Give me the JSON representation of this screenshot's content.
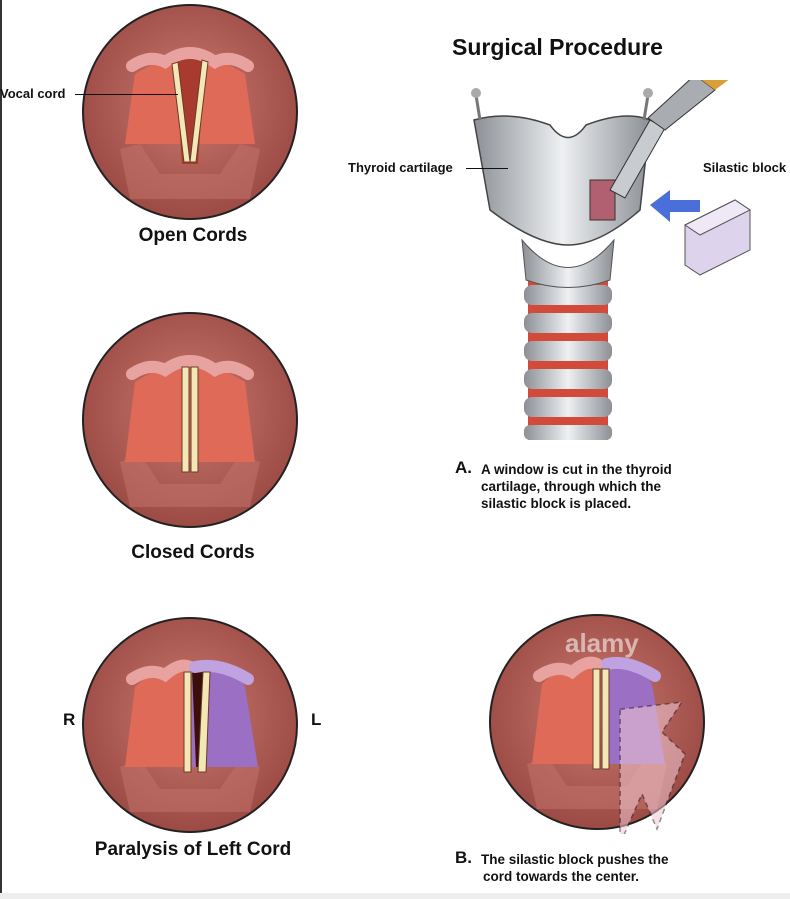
{
  "title": "Surgical Procedure",
  "panels": {
    "open": {
      "caption": "Open Cords",
      "callout": "Vocal cord"
    },
    "closed": {
      "caption": "Closed Cords"
    },
    "paralysis": {
      "caption": "Paralysis of Left Cord",
      "right_marker": "R",
      "left_marker": "L"
    }
  },
  "procedure": {
    "thyroid_label": "Thyroid cartilage",
    "silastic_label": "Silastic block",
    "step_a": {
      "letter": "A.",
      "line1": "A window is cut in the thyroid",
      "line2": "cartilage, through which the",
      "line3": "silastic block is placed."
    },
    "step_b": {
      "letter": "B.",
      "line1": "The silastic block pushes the",
      "line2": "cord towards the center."
    }
  },
  "watermark": "alamy",
  "colors": {
    "tissue": "#b8625a",
    "cord": "#f3e7b5",
    "fold": "#e06a58",
    "paralyzed": "#9a6fc4",
    "arrow": "#4a6fd8"
  }
}
